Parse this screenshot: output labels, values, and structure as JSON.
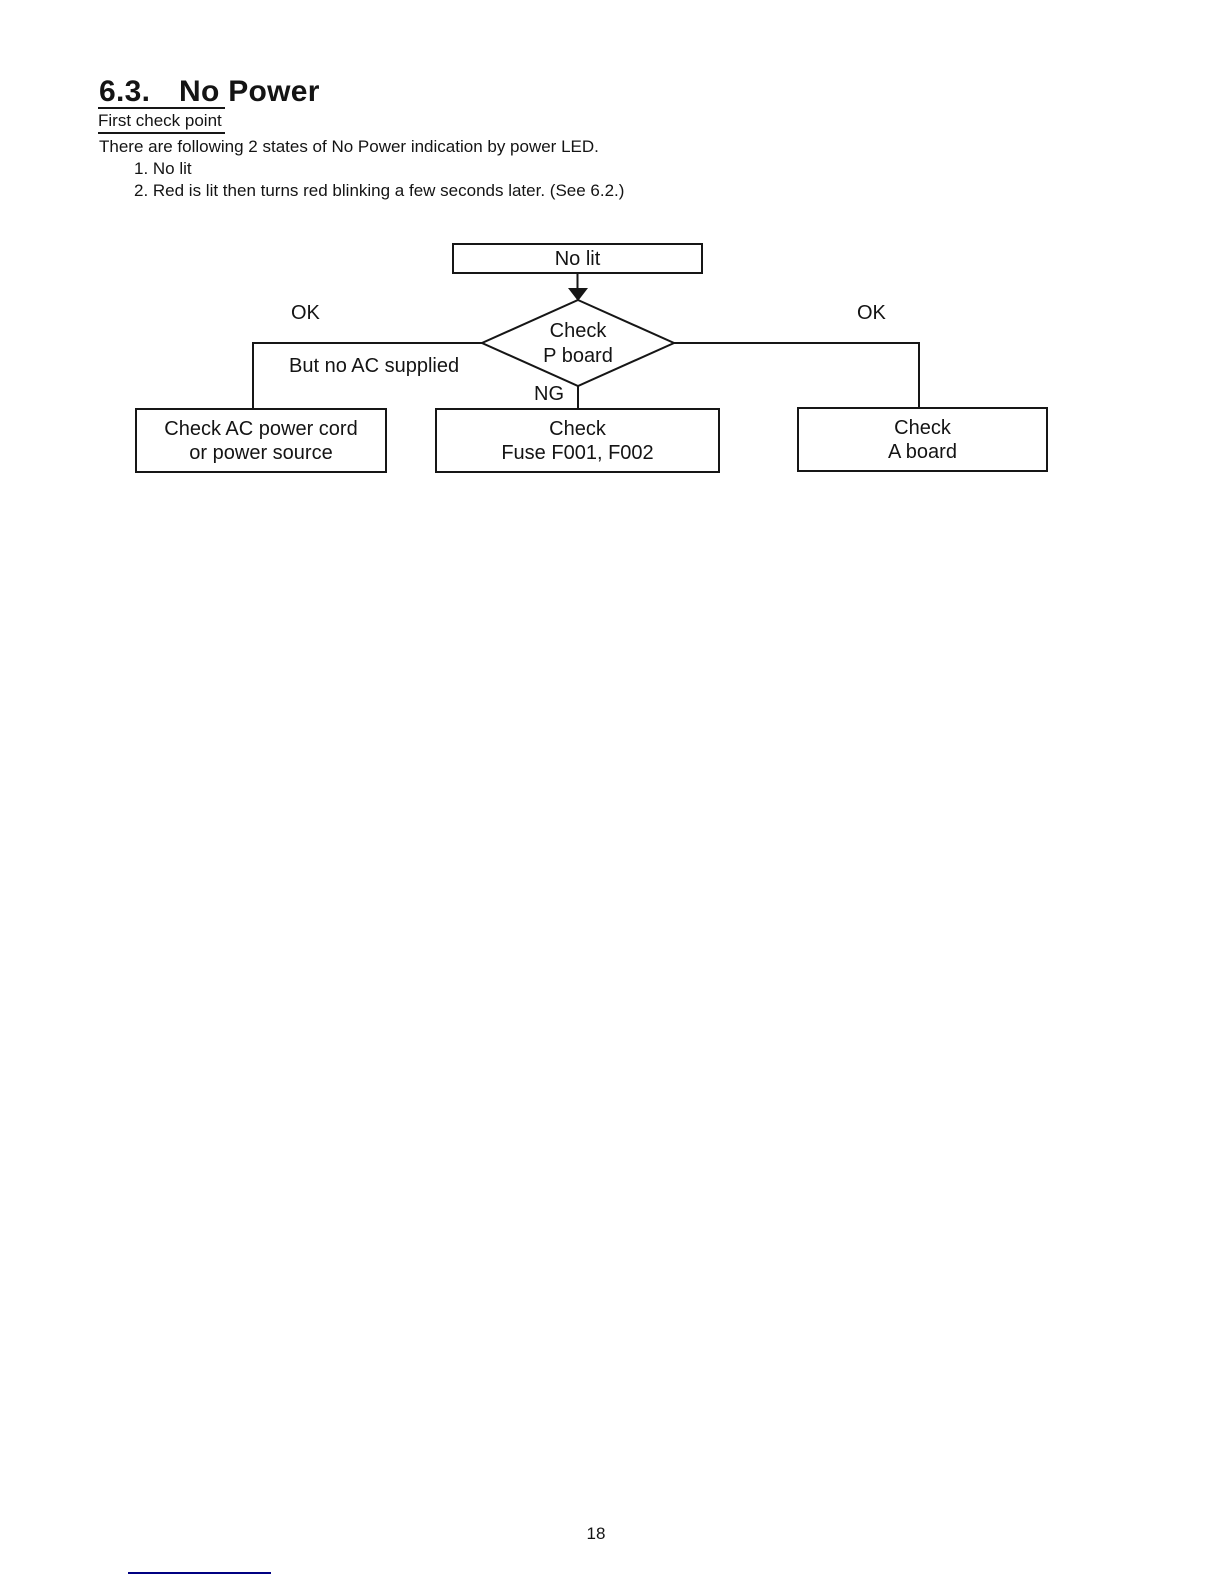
{
  "document": {
    "section_number": "6.3.",
    "section_title": "No Power",
    "subheading": "First check point",
    "intro": "There are following 2 states of No Power indication by power LED.",
    "list_items": [
      "1. No lit",
      "2. Red is lit then turns red blinking a few seconds later. (See 6.2.)"
    ],
    "page_number": "18"
  },
  "flowchart": {
    "start_node": "No lit",
    "decision_node": {
      "line1": "Check",
      "line2": "P board"
    },
    "labels": {
      "ok_left": "OK",
      "ok_right": "OK",
      "but_no_ac": "But no AC supplied",
      "ng": "NG"
    },
    "result_nodes": {
      "left": {
        "line1": "Check AC power cord",
        "line2": "or power source"
      },
      "center": {
        "line1": "Check",
        "line2": "Fuse F001, F002"
      },
      "right": {
        "line1": "Check",
        "line2": "A board"
      }
    }
  },
  "colors": {
    "text": "#141414",
    "line": "#161616",
    "footer_rule": "#000082",
    "background": "#ffffff"
  }
}
